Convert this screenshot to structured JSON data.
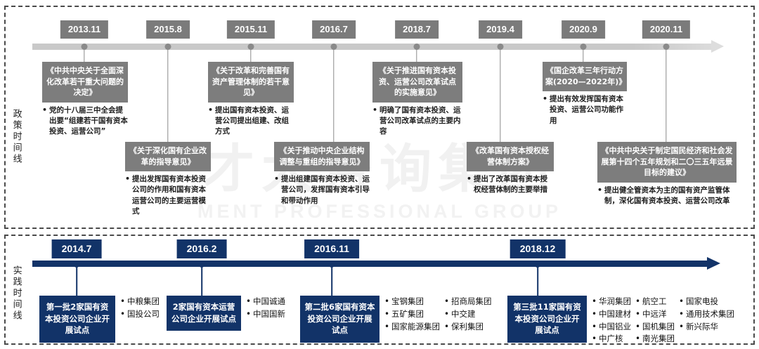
{
  "watermark": {
    "line1": "才大咨询集团",
    "line2": "MENT PROFESSIONAL GROUP"
  },
  "colors": {
    "policy_accent": "#7b7b7b",
    "policy_axis": "#c9c9c9",
    "practice_accent": "#123368",
    "panel_border": "#4a4a4a"
  },
  "policy": {
    "side_label": "政策时间线",
    "dates": [
      "2013.11",
      "2015.8",
      "2015.11",
      "2016.7",
      "2018.7",
      "2019.4",
      "2020.9",
      "2020.11"
    ],
    "cards": [
      {
        "date": "2013.11",
        "title": "《中共中央关于全面深化改革若干重大问题的决定》",
        "bullets": [
          "党的十八届三中全会提出要“组建若干国有资本投资、运营公司”"
        ]
      },
      {
        "date": "2015.8",
        "title": "《关于深化国有企业改革的指导意见》",
        "bullets": [
          "提出发挥国有资本投资公司的作用和国有资本运营公司的主要运营模式"
        ]
      },
      {
        "date": "2015.11",
        "title": "《关于改革和完善国有资产管理体制的若干意见》",
        "bullets": [
          "提出国有资本投资、运营公司提出组建、改组方式"
        ]
      },
      {
        "date": "2016.7",
        "title": "《关于推动中央企业结构调整与重组的指导意见》",
        "bullets": [
          "提出组建国有资本投资、运营公司，发挥国有资本引导和带动作用"
        ]
      },
      {
        "date": "2018.7",
        "title": "《关于推进国有资本投资、运营公司改革试点的实施意见》",
        "bullets": [
          "明确了国有资本投资、运营公司改革试点的主要内容"
        ]
      },
      {
        "date": "2019.4",
        "title": "《改革国有资本授权经营体制方案》",
        "bullets": [
          "提出了改革国有资本授权经营体制的主要举措"
        ]
      },
      {
        "date": "2020.9",
        "title": "《国企改革三年行动方案(2020—2022年)》",
        "bullets": [
          "提出有效发挥国有资本投资、运营公司功能作用"
        ]
      },
      {
        "date": "2020.11",
        "title": "《中共中央关于制定国民经济和社会发展第十四个五年规划和二〇三五年远景目标的建议》",
        "bullets": [
          "提出健全管资本为主的国有资产监管体制，深化国有资本投资、运营公司改革"
        ]
      }
    ]
  },
  "practice": {
    "side_label": "实践时间线",
    "dates": [
      "2014.7",
      "2016.2",
      "2016.11",
      "2018.12"
    ],
    "cards": [
      {
        "date": "2014.7",
        "label": "第一批2家国有资本投资公司企业开展试点",
        "companies_cols": [
          [
            "中粮集团",
            "国投公司"
          ]
        ]
      },
      {
        "date": "2016.2",
        "label": "2家国有资本运营公司企业开展试点",
        "companies_cols": [
          [
            "中国诚通",
            "中国国新"
          ]
        ]
      },
      {
        "date": "2016.11",
        "label": "第二批6家国有资本投资公司企业开展试点",
        "companies_cols": [
          [
            "宝钢集团",
            "五矿集团",
            "国家能源集团"
          ],
          [
            "招商局集团",
            "中交建",
            "保利集团"
          ]
        ]
      },
      {
        "date": "2018.12",
        "label": "第三批11家国有资本投资公司企业开展试点",
        "companies_cols": [
          [
            "华润集团",
            "中国建材",
            "中国铝业",
            "中广核"
          ],
          [
            "航空工",
            "中远洋",
            "国机集团",
            "南光集团"
          ],
          [
            "国家电投",
            "通用技术集团",
            "新兴际华"
          ]
        ]
      }
    ]
  }
}
